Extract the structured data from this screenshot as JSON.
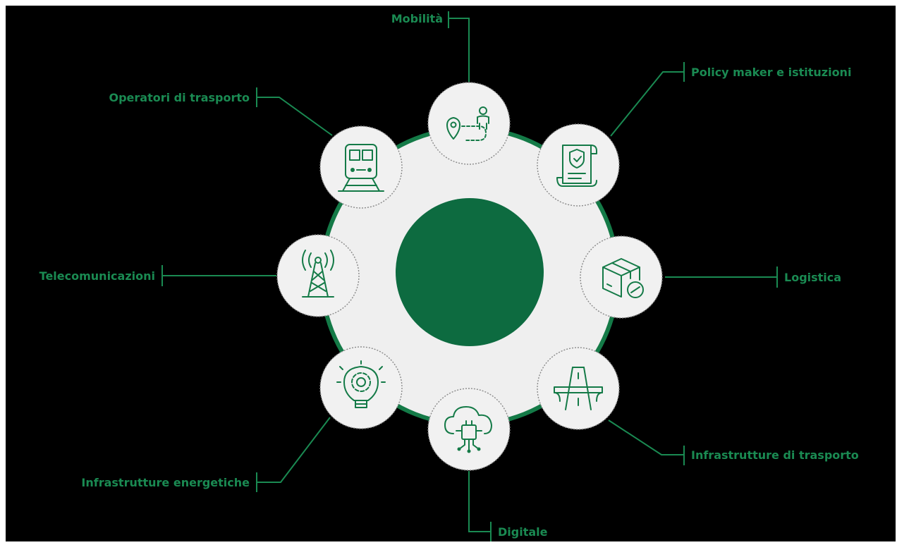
{
  "diagram": {
    "center_color": "#0d6b40",
    "ring_color": "#147a47",
    "ring_fill": "#efefef",
    "label_color": "#1a8a52",
    "nodes": [
      {
        "id": "mobilita",
        "label": "Mobilità",
        "icon": "location-person-icon"
      },
      {
        "id": "policy",
        "label": "Policy maker e istituzioni",
        "icon": "document-shield-icon"
      },
      {
        "id": "logistica",
        "label": "Logistica",
        "icon": "package-icon"
      },
      {
        "id": "infra-trasporto",
        "label": "Infrastrutture di trasporto",
        "icon": "highway-bridge-icon"
      },
      {
        "id": "digitale",
        "label": "Digitale",
        "icon": "cloud-chip-icon"
      },
      {
        "id": "infra-energetiche",
        "label": "Infrastrutture energetiche",
        "icon": "lightbulb-gear-icon"
      },
      {
        "id": "telecom",
        "label": "Telecomunicazioni",
        "icon": "antenna-tower-icon"
      },
      {
        "id": "operatori",
        "label": "Operatori di trasporto",
        "icon": "train-icon"
      }
    ]
  }
}
